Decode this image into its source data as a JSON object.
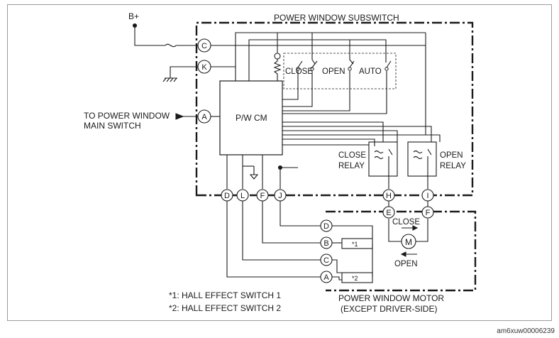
{
  "labels": {
    "subswitch_title": "POWER WINDOW SUBSWITCH",
    "battery": "B+",
    "to_main_line1": "TO POWER WINDOW",
    "to_main_line2": "MAIN SWITCH",
    "pwcm": "P/W CM",
    "close_switch": "CLOSE",
    "open_switch": "OPEN",
    "auto_switch": "AUTO",
    "close_relay_line1": "CLOSE",
    "close_relay_line2": "RELAY",
    "open_relay_line1": "OPEN",
    "open_relay_line2": "RELAY",
    "motor_close": "CLOSE",
    "motor_open": "OPEN",
    "motor_symbol": "M",
    "motor_title_line1": "POWER WINDOW MOTOR",
    "motor_title_line2": "(EXCEPT DRIVER-SIDE)",
    "note1": "*1: HALL EFFECT SWITCH 1",
    "note2": "*2: HALL EFFECT SWITCH 2",
    "hall1": "*1",
    "hall2": "*2",
    "footer_id": "am6xuw00006239"
  },
  "pins": {
    "C": "C",
    "K": "K",
    "A": "A",
    "D": "D",
    "L": "L",
    "F": "F",
    "J": "J",
    "H": "H",
    "I": "I",
    "E": "E",
    "F2": "F",
    "mD": "D",
    "mB": "B",
    "mC": "C",
    "mA": "A"
  }
}
